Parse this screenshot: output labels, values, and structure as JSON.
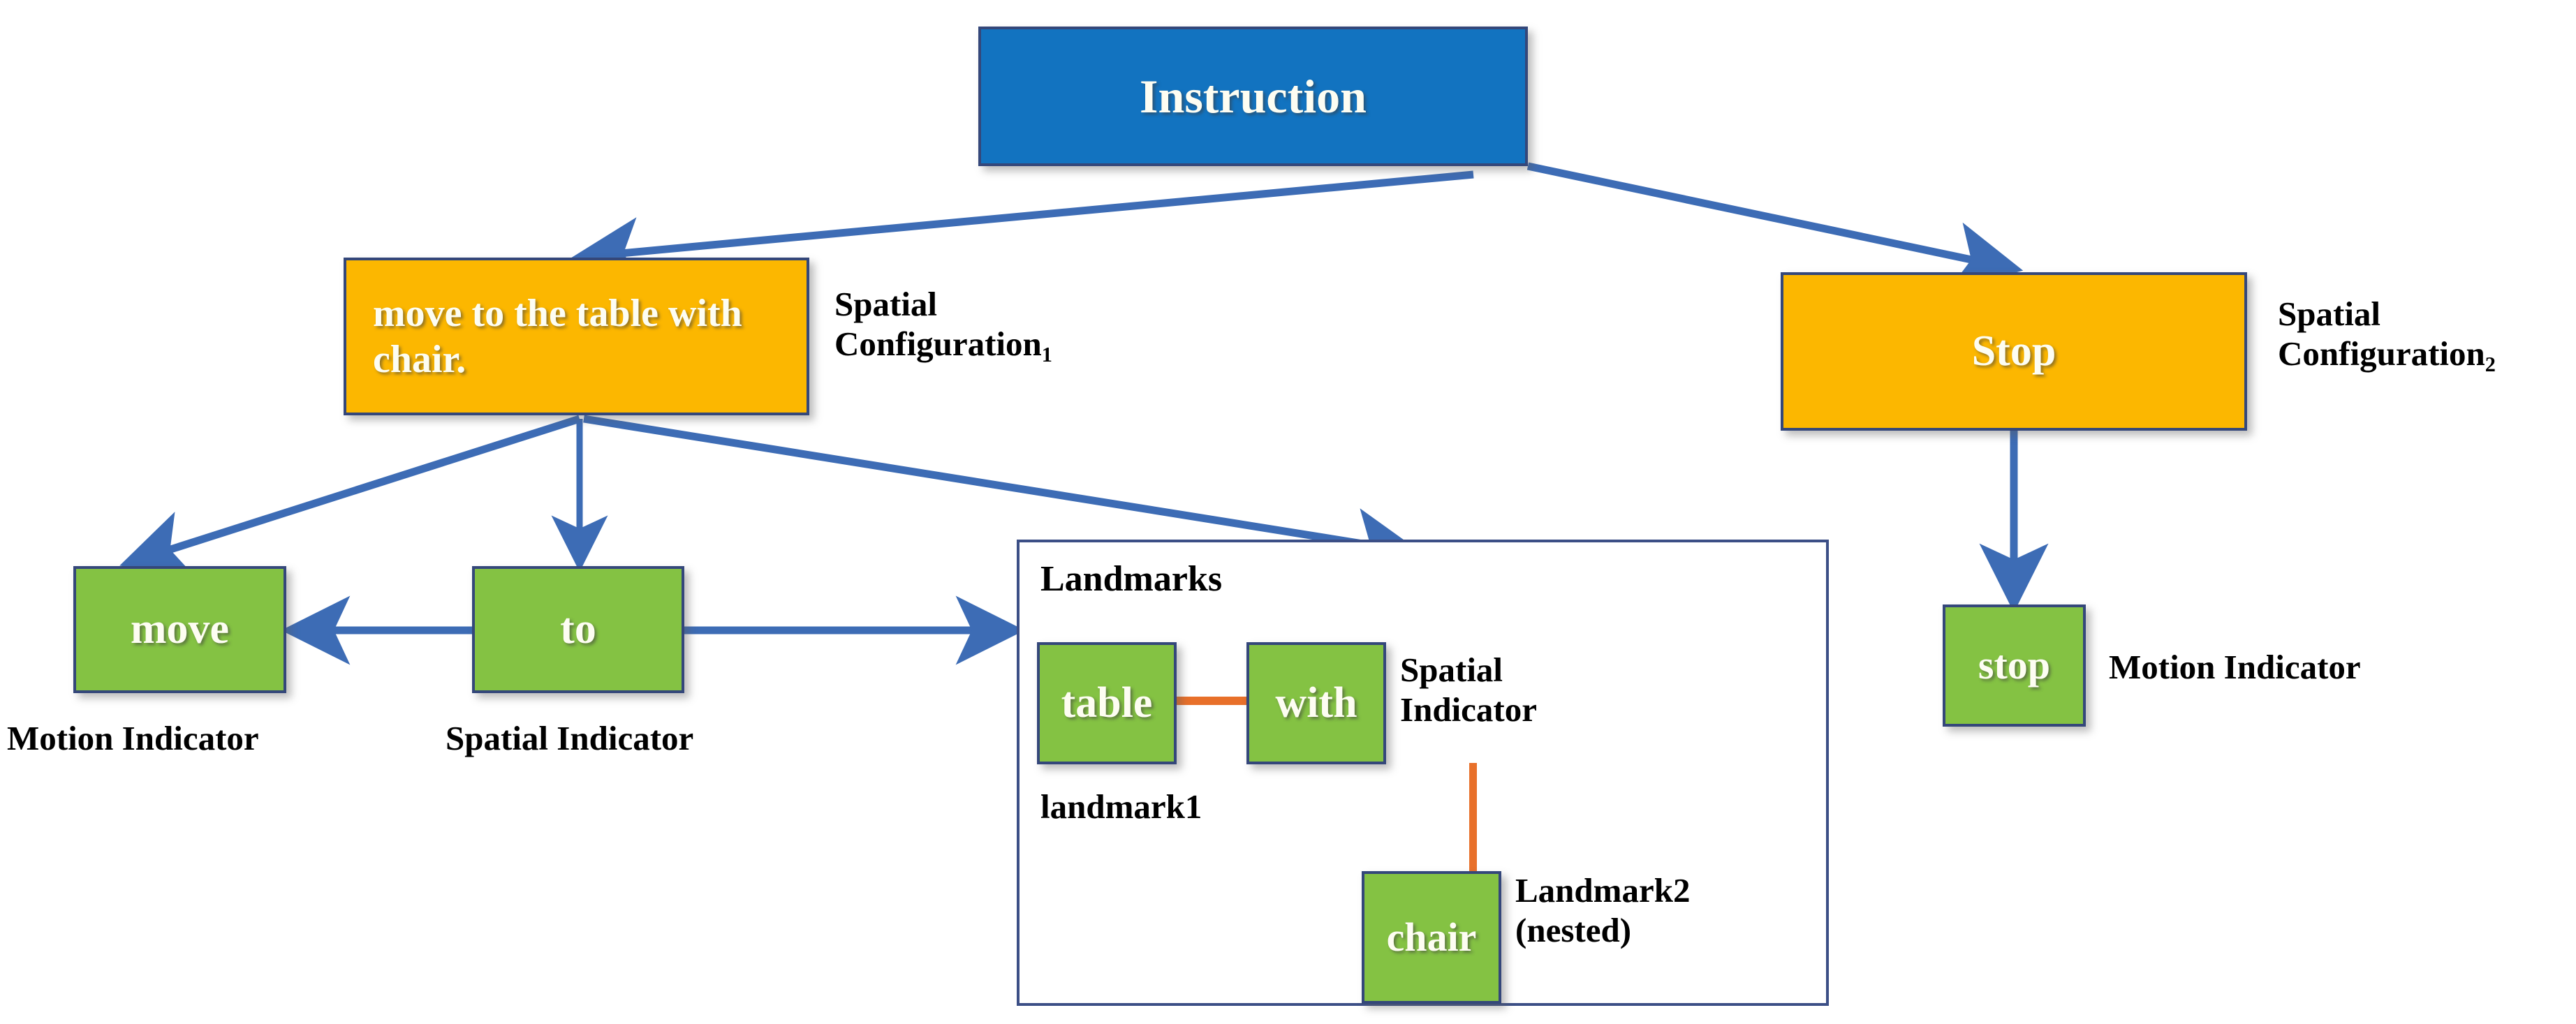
{
  "diagram": {
    "title_node": {
      "label": "Instruction"
    },
    "config1": {
      "label": "move to the table\nwith chair.",
      "caption": "Spatial\nConfiguration",
      "caption_sub": "1"
    },
    "config2": {
      "label": "Stop",
      "caption": "Spatial\nConfiguration",
      "caption_sub": "2"
    },
    "leaves": {
      "move": {
        "label": "move",
        "caption": "Motion Indicator"
      },
      "to": {
        "label": "to",
        "caption": "Spatial Indicator"
      },
      "stop": {
        "label": "stop",
        "caption": "Motion Indicator"
      }
    },
    "landmarks_group": {
      "title": "Landmarks",
      "table": {
        "label": "table",
        "caption": "landmark1"
      },
      "with": {
        "label": "with",
        "caption": "Spatial\nIndicator"
      },
      "chair": {
        "label": "chair",
        "caption": "Landmark2\n(nested)"
      }
    },
    "colors": {
      "instruction_fill": "#1273c0",
      "configuration_fill": "#fcb700",
      "token_fill": "#84c243",
      "border": "#34477a",
      "arrow": "#3d6cb5",
      "link": "#e8702a",
      "text_light": "#fdfdf2",
      "text_dark": "#000000",
      "background": "#ffffff"
    }
  }
}
